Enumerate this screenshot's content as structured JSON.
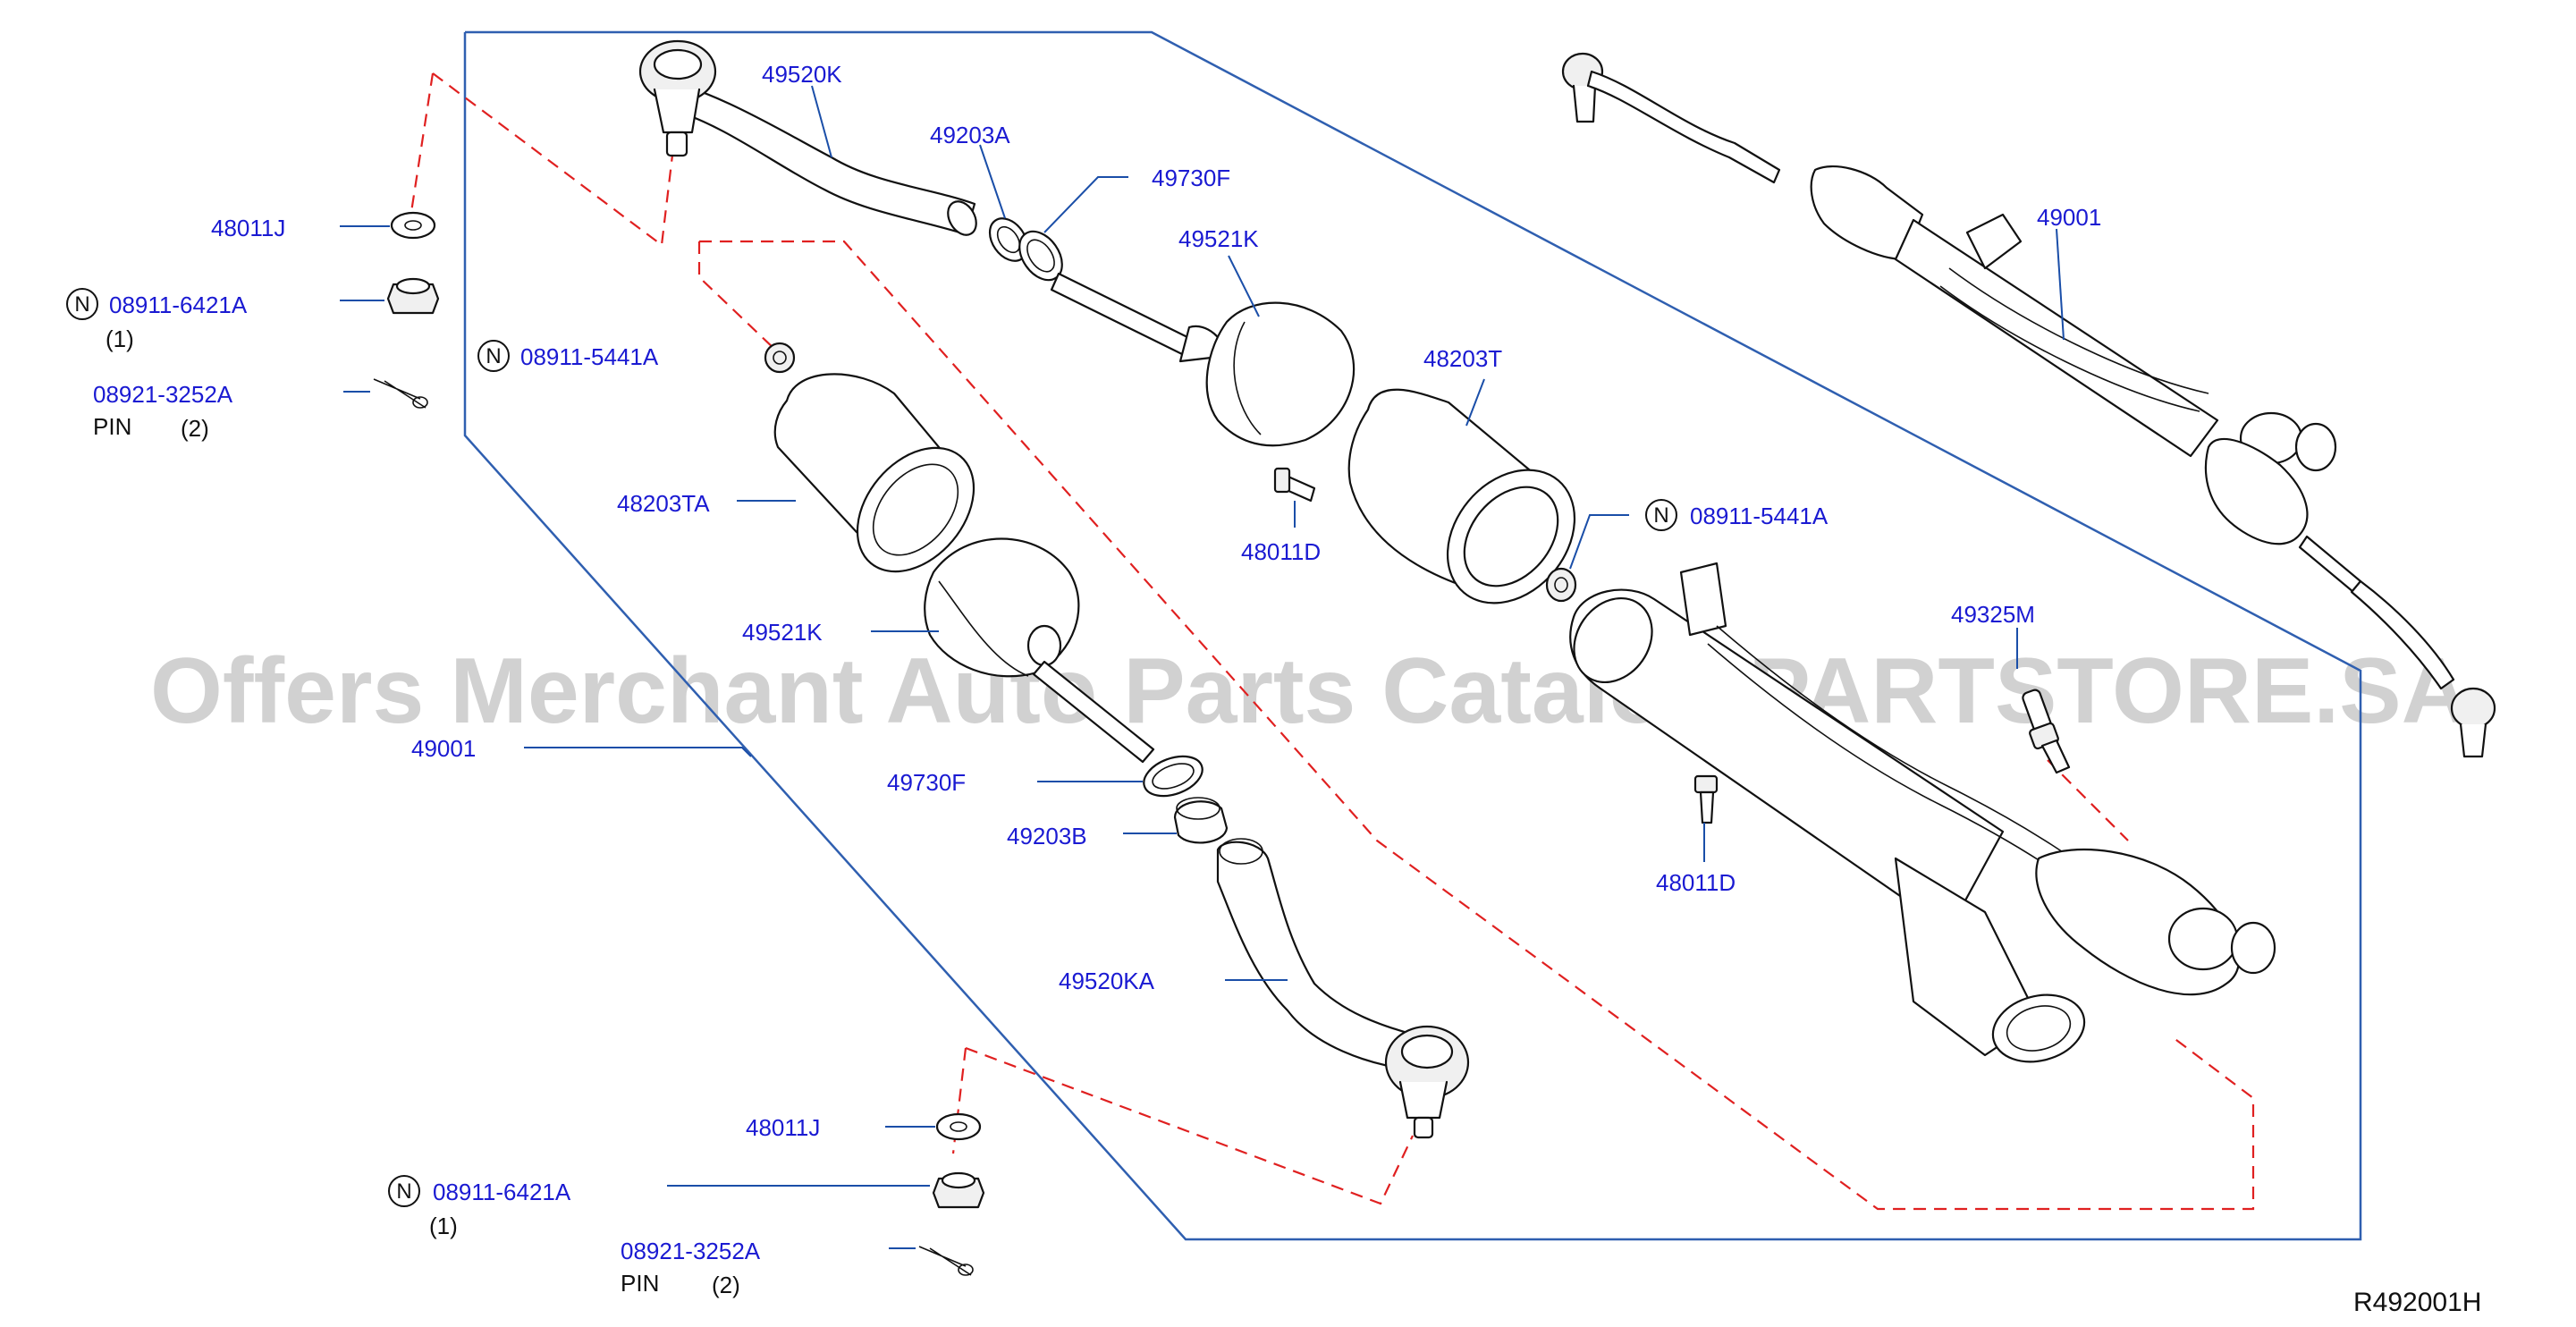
{
  "watermark": "Offers Merchant Auto Parts Catalog PARTSTORE.SA",
  "diagram_ref": "R492001H",
  "labels": {
    "p49520K": "49520K",
    "p49203A": "49203A",
    "p49730F_top": "49730F",
    "p49521K_top": "49521K",
    "p48203T": "48203T",
    "p49001_top": "49001",
    "p48011J_top": "48011J",
    "p08911_6421A_top": "08911-6421A",
    "qty1_top": "(1)",
    "p08911_5441A_left": "08911-5441A",
    "p08921_3252A_top": "08921-3252A",
    "pin_top": "PIN",
    "qty2_top": "(2)",
    "p48203TA": "48203TA",
    "p48011D_top": "48011D",
    "p08911_5441A_right": "08911-5441A",
    "p49325M": "49325M",
    "p49521K_mid": "49521K",
    "p49001_left": "49001",
    "p49730F_bottom": "49730F",
    "p49203B": "49203B",
    "p48011D_bottom": "48011D",
    "p49520KA": "49520KA",
    "p48011J_bottom": "48011J",
    "p08911_6421A_bottom": "08911-6421A",
    "qty1_bottom": "(1)",
    "p08921_3252A_bottom": "08921-3252A",
    "pin_bottom": "PIN",
    "qty2_bottom": "(2)"
  },
  "badge_letter": "N"
}
